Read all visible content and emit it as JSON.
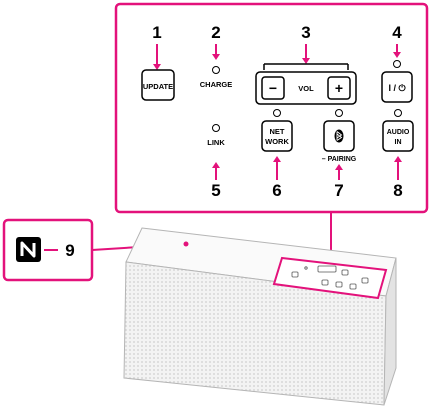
{
  "colors": {
    "callout": "#e3127b",
    "outline": "#000000",
    "panel_fill": "#ffffff",
    "speaker_body": "#f3f3f3",
    "speaker_mesh": "#d6d6d6"
  },
  "callouts": [
    {
      "number": "1",
      "control": "UPDATE"
    },
    {
      "number": "2",
      "control": "CHARGE"
    },
    {
      "number": "3",
      "control": "VOL"
    },
    {
      "number": "4",
      "control": "power"
    },
    {
      "number": "5",
      "control": "LINK"
    },
    {
      "number": "6",
      "control": "NETWORK"
    },
    {
      "number": "7",
      "control": "bluetooth-pairing"
    },
    {
      "number": "8",
      "control": "AUDIO IN"
    },
    {
      "number": "9",
      "control": "nfc-mark"
    }
  ],
  "buttons": {
    "update": {
      "label": "UPDATE"
    },
    "vol_minus": {
      "label": "−"
    },
    "vol_plus": {
      "label": "+"
    },
    "power": {
      "label": "I / ⏻"
    },
    "network": {
      "line1": "NET",
      "line2": "WORK"
    },
    "audio_in": {
      "line1": "AUDIO",
      "line2": "IN"
    }
  },
  "labels": {
    "charge": "CHARGE",
    "vol": "VOL",
    "link": "LINK",
    "pairing": "– PAIRING"
  },
  "icons": {
    "bluetooth": "bluetooth-icon",
    "nfc": "nfc-icon",
    "power": "power-icon"
  }
}
